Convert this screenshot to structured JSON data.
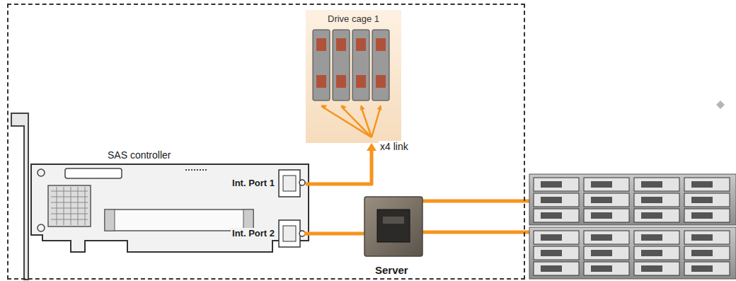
{
  "diagram": {
    "nodes": [
      {
        "text": [
          "Server"
        ]
      },
      {
        "text": [
          "Drive cage 1"
        ],
        "in": 0
      },
      {
        "text": [
          "SAS controller",
          "Int. Port 1",
          "Int. Port 2"
        ],
        "in": 0
      }
    ],
    "edges": [
      {
        "from": 2,
        "to": 1,
        "label": "x4 link",
        "arrow": "to"
      }
    ]
  }
}
